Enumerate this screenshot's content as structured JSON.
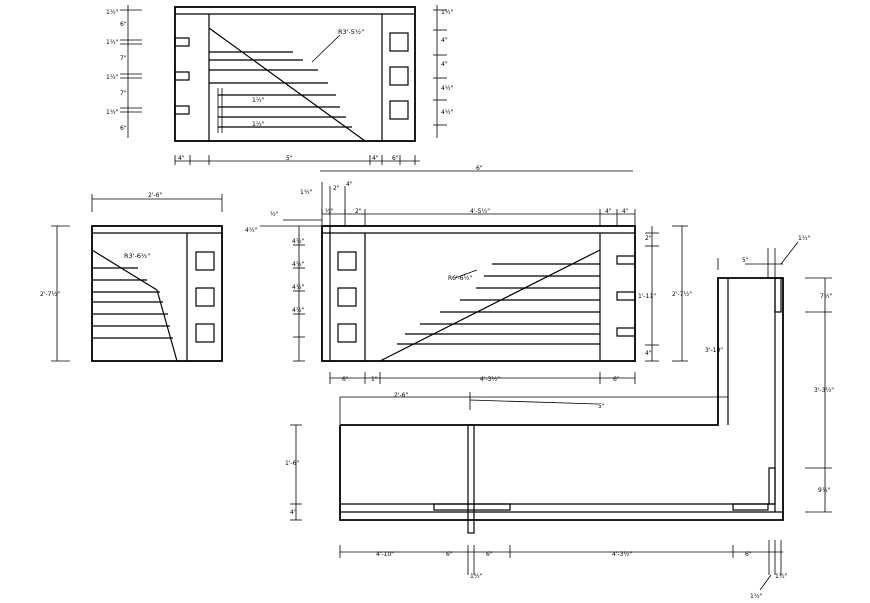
{
  "labels": {
    "top_left_1": "1½\"",
    "top_left_2": "6\"",
    "top_left_3": "1½\"",
    "top_left_4": "7\"",
    "top_left_5": "1½\"",
    "top_left_6": "7\"",
    "top_left_7": "1½\"",
    "top_left_8": "6\"",
    "top_radius": "R3'-5½\"",
    "top_inner_1": "1½\"",
    "top_inner_2": "1½\"",
    "top_right_1": "1½\"",
    "top_right_2": "4\"",
    "top_right_3": "4\"",
    "top_right_4": "4½\"",
    "top_right_5": "4½\"",
    "top_bottom_1": "4\"",
    "top_bottom_2": "5\"",
    "top_bottom_3": "4\"",
    "top_bottom_4": "6\"",
    "top_bottom_5": "6\"",
    "left_width": "2'-6\"",
    "left_height": "2'-7½\"",
    "left_radius": "R3'-6½\"",
    "mid_top_1": "1½\"",
    "mid_top_2": "2\"",
    "mid_top_3": "4\"",
    "mid_top_4": "½\"",
    "mid_top_5": "2\"",
    "mid_top_6": "4'-5½\"",
    "mid_top_7": "4\"",
    "mid_top_8": "4\"",
    "mid_left_1": "½\"",
    "mid_left_2": "4½\"",
    "mid_left_3": "4½\"",
    "mid_left_4": "4½\"",
    "mid_left_5": "4½\"",
    "mid_left_6": "4½\"",
    "mid_radius": "R6'-6½\"",
    "mid_right_1": "2\"",
    "mid_right_2": "1'-11\"",
    "mid_right_3": "2'-7½\"",
    "mid_right_4": "4\"",
    "mid_bottom_1": "6\"",
    "mid_bottom_2": "1\"",
    "mid_bottom_3": "4'-3½\"",
    "mid_bottom_4": "6\"",
    "plan_top_1": "2'-6\"",
    "plan_top_2": "5\"",
    "plan_left": "1'-6\"",
    "plan_left_2": "4\"",
    "plan_vert": "3'-10\"",
    "plan_r_top_1": "5\"",
    "plan_r_top_2": "1½\"",
    "plan_r_1": "7½\"",
    "plan_r_2": "3'-3½\"",
    "plan_r_3": "9½\"",
    "plan_bot_1": "4'-10\"",
    "plan_bot_2": "6\"",
    "plan_bot_3": "6\"",
    "plan_bot_4": "4'-3½\"",
    "plan_bot_5": "6\"",
    "plan_bot_6": "1½\"",
    "plan_bot_7": "1½\"",
    "plan_bot_8": "1½\""
  }
}
